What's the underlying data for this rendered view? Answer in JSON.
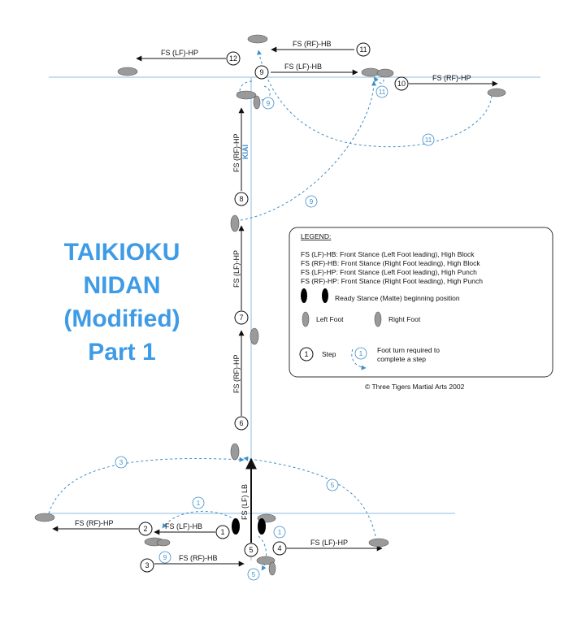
{
  "title_lines": [
    "TAIKIOKU",
    "NIDAN",
    "(Modified)",
    "Part 1"
  ],
  "move_labels": {
    "l12": "FS (LF)-HP",
    "l11": "FS (RF)-HB",
    "l9": "FS (LF)-HB",
    "l10": "FS (RF)-HP",
    "l8": "FS (RF)-HP",
    "kiai": "KIAI",
    "l7": "FS (LF)-HP",
    "l6": "FS (RF)-HP",
    "l5": "FS (LF)  LB",
    "l2": "FS (RF)-HP",
    "l1": "FS (LF)-HB",
    "l3": "FS (RF)-HB",
    "l4": "FS (LF)-HP"
  },
  "step_numbers": [
    "1",
    "2",
    "3",
    "4",
    "5",
    "6",
    "7",
    "8",
    "9",
    "10",
    "11",
    "12"
  ],
  "turn_numbers": [
    "1",
    "1",
    "3",
    "5",
    "5",
    "9",
    "9",
    "9",
    "11",
    "11"
  ],
  "legend": {
    "heading": "LEGEND:",
    "lines": [
      "FS (LF)-HB:  Front Stance (Left Foot leading), High Block",
      "FS (RF)-HB:  Front Stance (Right Foot leading), High Block",
      "FS (LF)-HP:  Front Stance (Left Foot leading), High Punch",
      "FS (RF)-HP:  Front Stance (Right Foot leading), High Punch"
    ],
    "ready": "Ready Stance (Matte) beginning position",
    "left_foot": "Left Foot",
    "right_foot": "Right Foot",
    "step_num": "1",
    "step": "Step",
    "turn_num": "1",
    "turn_line1": "Foot turn required to",
    "turn_line2": "complete a step"
  },
  "copyright": "© Three Tigers Martial Arts 2002",
  "colors": {
    "title": "#3e9be6",
    "guide": "#8fbde0",
    "turn": "#3f8fc8",
    "foot": "#9a9a9a",
    "ready": "#000000"
  }
}
